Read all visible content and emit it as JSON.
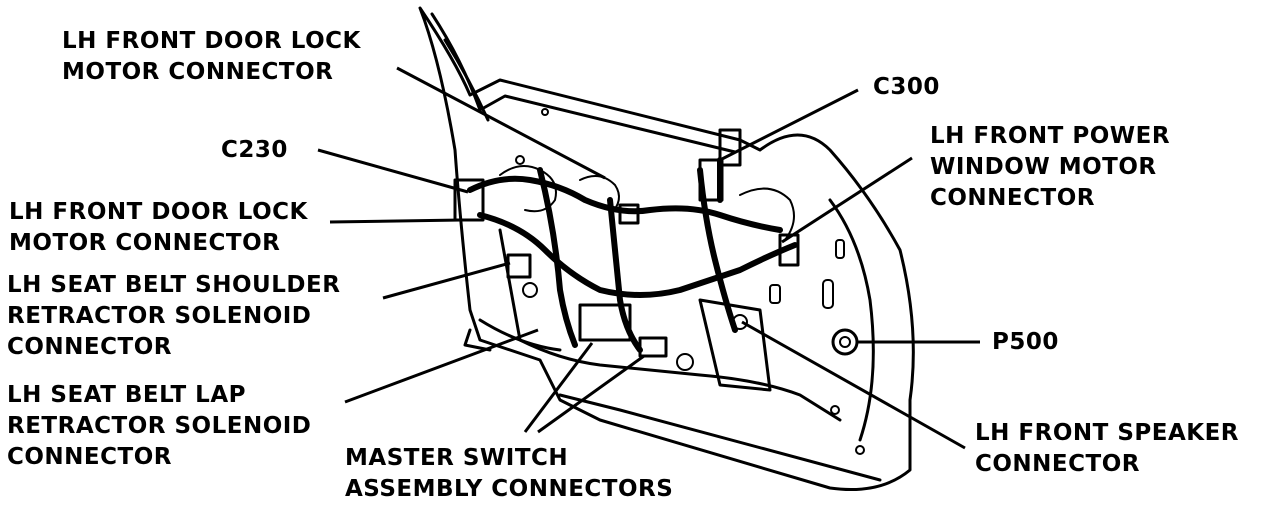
{
  "labels": {
    "door_lock_top": [
      "LH FRONT DOOR LOCK",
      "MOTOR CONNECTOR"
    ],
    "c230": [
      "C230"
    ],
    "door_lock_mid": [
      "LH FRONT DOOR LOCK",
      "MOTOR CONNECTOR"
    ],
    "shoulder": [
      "LH SEAT BELT SHOULDER",
      "RETRACTOR SOLENOID",
      "CONNECTOR"
    ],
    "lap": [
      "LH SEAT BELT LAP",
      "RETRACTOR SOLENOID",
      "CONNECTOR"
    ],
    "master": [
      "MASTER SWITCH",
      "ASSEMBLY CONNECTORS"
    ],
    "c300": [
      "C300"
    ],
    "window": [
      "LH FRONT POWER",
      "WINDOW MOTOR",
      "CONNECTOR"
    ],
    "p500": [
      "P500"
    ],
    "speaker": [
      "LH FRONT SPEAKER",
      "CONNECTOR"
    ]
  },
  "colors": {
    "ink": "#000000",
    "background": "#ffffff"
  }
}
